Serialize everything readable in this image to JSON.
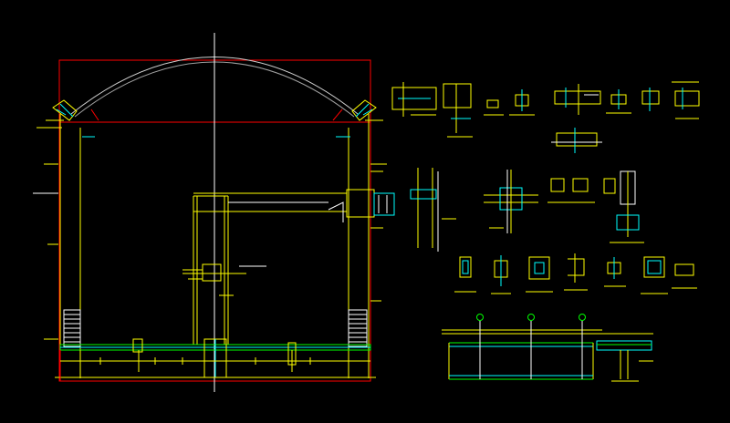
{
  "drawing": {
    "background": "#000000",
    "colors": {
      "yellow": "#ffff00",
      "red": "#ff0000",
      "white": "#ffffff",
      "cyan": "#00ffff",
      "green": "#00ff00",
      "grey": "#bfbfbf"
    },
    "views": [
      {
        "name": "main-section-elevation"
      },
      {
        "name": "detail-sheet-top-row"
      },
      {
        "name": "detail-sheet-mid-row"
      },
      {
        "name": "detail-sheet-lower-row"
      },
      {
        "name": "floor-slab-section"
      }
    ],
    "grid_bubbles": [
      "",
      "",
      ""
    ]
  }
}
